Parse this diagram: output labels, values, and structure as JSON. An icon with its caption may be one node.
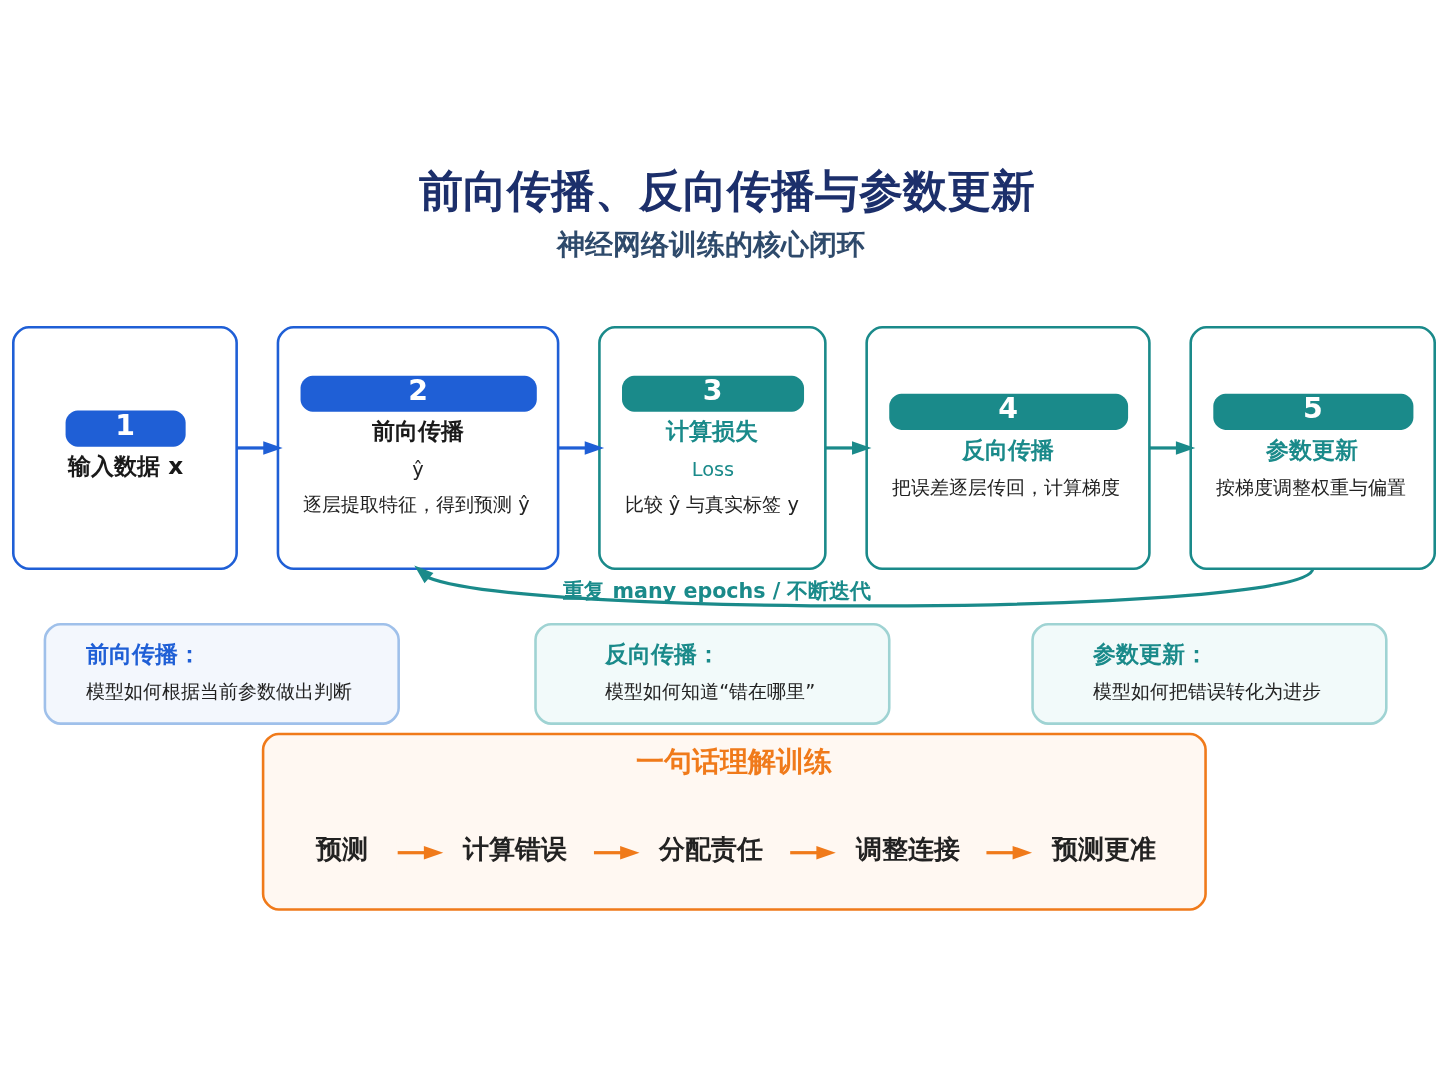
{
  "diagram": {
    "title": "前向传播、反向传播与参数更新",
    "nodes": [
      {
        "text": [
          "1",
          "输入数据 x"
        ]
      },
      {
        "text": [
          "2",
          "前向传播",
          "ŷ",
          "逐层提取特征，得到预测 ŷ"
        ]
      },
      {
        "text": [
          "3",
          "计算损失",
          "Loss",
          "比较 ŷ 与真实标签 y"
        ]
      },
      {
        "text": [
          "4",
          "反向传播",
          "把误差逐层传回，计算梯度"
        ]
      },
      {
        "text": [
          "5",
          "参数更新",
          "按梯度调整权重与偏置"
        ]
      },
      {
        "text": [
          "前向传播：",
          "模型如何根据当前参数做出判断"
        ]
      },
      {
        "text": [
          "反向传播：",
          "模型如何知道“错在哪里”"
        ]
      },
      {
        "text": [
          "参数更新：",
          "模型如何把错误转化为进步"
        ]
      },
      {
        "text": [
          "一句话理解训练"
        ]
      },
      {
        "text": [
          "预测"
        ],
        "in": 8
      },
      {
        "text": [
          "计算错误"
        ],
        "in": 8
      },
      {
        "text": [
          "分配责任"
        ],
        "in": 8
      },
      {
        "text": [
          "调整连接"
        ],
        "in": 8
      },
      {
        "text": [
          "预测更准"
        ],
        "in": 8
      }
    ],
    "edges": [
      {
        "from": 0,
        "to": 1,
        "arrow": "to",
        "color": "#1f5fd6"
      },
      {
        "from": 1,
        "to": 2,
        "arrow": "to",
        "color": "#1f5fd6"
      },
      {
        "from": 2,
        "to": 3,
        "arrow": "to",
        "color": "#1a8a8a"
      },
      {
        "from": 3,
        "to": 4,
        "arrow": "to",
        "color": "#1a8a8a"
      },
      {
        "from": 4,
        "to": 1,
        "arrow": "to",
        "label": "重复 many epochs / 不断迭代",
        "color": "#1a8a8a"
      },
      {
        "from": 9,
        "to": 10,
        "arrow": "to",
        "color": "#f07a1a"
      },
      {
        "from": 10,
        "to": 11,
        "arrow": "to",
        "color": "#f07a1a"
      },
      {
        "from": 11,
        "to": 12,
        "arrow": "to",
        "color": "#f07a1a"
      },
      {
        "from": 12,
        "to": 13,
        "arrow": "to",
        "color": "#f07a1a"
      }
    ],
    "labels": [
      "神经网络训练的核心闭环"
    ]
  }
}
